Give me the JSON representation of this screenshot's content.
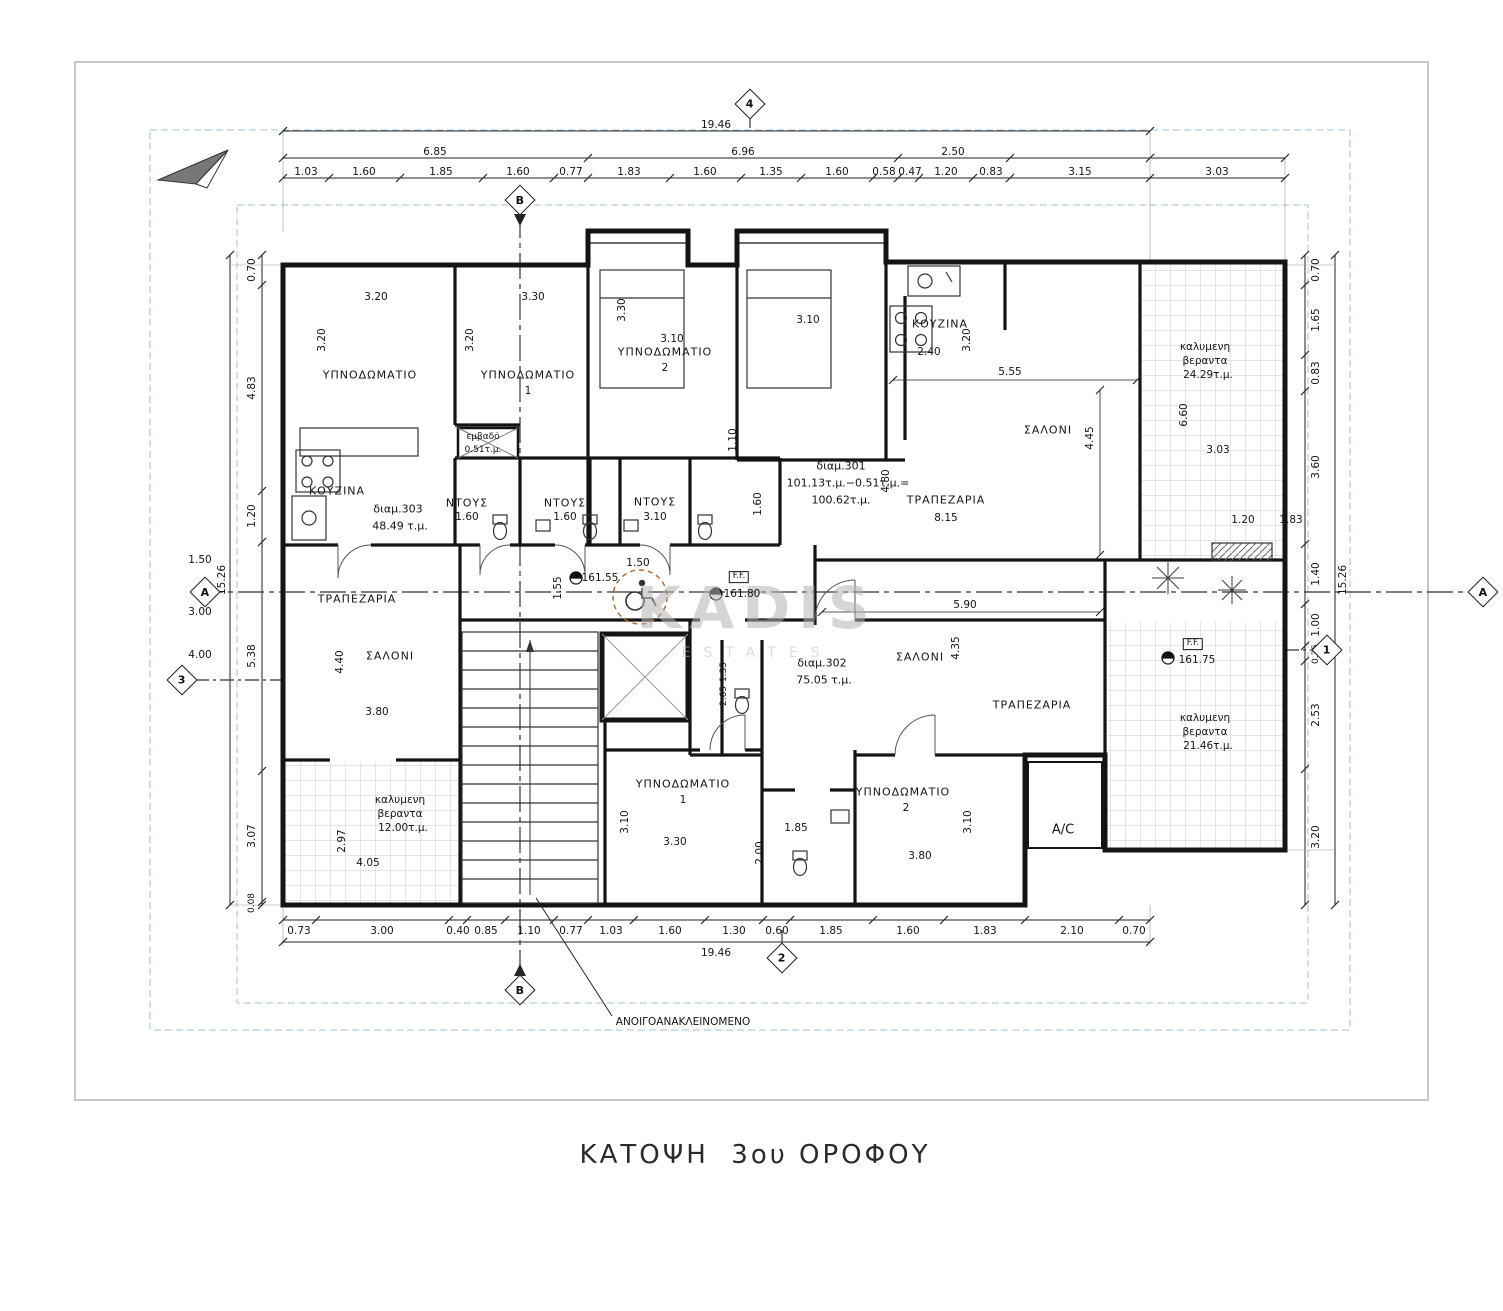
{
  "title": "ΚΑΤΟΨΗ  3ου ΟΡΟΦΟΥ",
  "watermark": {
    "main": "KADIS",
    "sub": "ESTATES"
  },
  "note": "ΑΝΟΙΓΟΑΝΑΚΛΕΙΝΟΜΕΝΟ",
  "markers": {
    "m1": "1",
    "m2": "2",
    "m3": "3",
    "m4": "4",
    "a": "Α",
    "b": "B"
  },
  "levels": {
    "ff": "F.F.",
    "core": "161.55",
    "entry": "161.80",
    "veranda": "161.75"
  },
  "dims_top": {
    "total": "19.46",
    "segments": [
      "6.85",
      "6.96",
      "2.50"
    ],
    "detail": [
      "1.03",
      "1.60",
      "1.85",
      "1.60",
      "0.77",
      "1.83",
      "1.60",
      "1.35",
      "1.60",
      "0.58",
      "0.47",
      "1.20",
      "0.83",
      "3.15",
      "3.03"
    ]
  },
  "dims_bottom": {
    "total": "19.46",
    "detail": [
      "0.73",
      "3.00",
      "0.40",
      "0.85",
      "1.10",
      "0.77",
      "1.03",
      "1.60",
      "1.30",
      "0.60",
      "1.85",
      "1.60",
      "1.83",
      "2.10",
      "0.70"
    ]
  },
  "dims_left": {
    "total": "15.26",
    "chain": [
      "0.70",
      "4.83",
      "1.20",
      "5.38",
      "3.07",
      "0.08"
    ],
    "outer": [
      "1.50",
      "3.00",
      "4.00"
    ]
  },
  "dims_right": {
    "total": "15.26",
    "chain": [
      "0.70",
      "1.65",
      "0.83",
      "3.60",
      "1.40",
      "1.00",
      "0.35",
      "2.53",
      "3.20"
    ]
  },
  "apartments": {
    "a301": {
      "name": "διαμ.301",
      "calc": "101.13τ.μ.−0.51τ.μ.=",
      "area": "100.62τ.μ."
    },
    "a302": {
      "name": "διαμ.302",
      "area": "75.05 τ.μ."
    },
    "a303": {
      "name": "διαμ.303",
      "area": "48.49 τ.μ."
    }
  },
  "labels": {
    "bedroom": "ΥΠΝΟΔΩΜΑΤΙΟ",
    "kitchen": "ΚΟΥΖΙΝΑ",
    "salon": "ΣΑΛΟΝΙ",
    "dining": "ΤΡΑΠΕΖΑΡΙΑ",
    "shower": "ΝΤΟΥΣ",
    "veranda1": "καλυμενη",
    "veranda2": "βεραντα",
    "ac": "A/C",
    "area_note1": "εμβαδό",
    "area_note2": "0.51τ.μ.",
    "no1": "1",
    "no2": "2"
  },
  "veranda_areas": {
    "tr": "24.29τ.μ.",
    "right": "21.46τ.μ.",
    "bl": "12.00τ.μ."
  },
  "vals": {
    "v320": "3.20",
    "v330": "3.30",
    "v310": "3.10",
    "v240": "2.40",
    "v555": "5.55",
    "v445": "4.45",
    "v660": "6.60",
    "v303": "3.03",
    "v160": "1.60",
    "v110": "1.10",
    "v480": "4.80",
    "v815": "8.15",
    "v120": "1.20",
    "v183": "1.83",
    "v155": "1.55",
    "v150": "1.50",
    "v590": "5.90",
    "v435": "4.35",
    "v440": "4.40",
    "v380": "3.80",
    "v135": "1.35",
    "v265": "2.65",
    "v297": "2.97",
    "v405": "4.05",
    "v185": "1.85",
    "v200": "2.00"
  }
}
